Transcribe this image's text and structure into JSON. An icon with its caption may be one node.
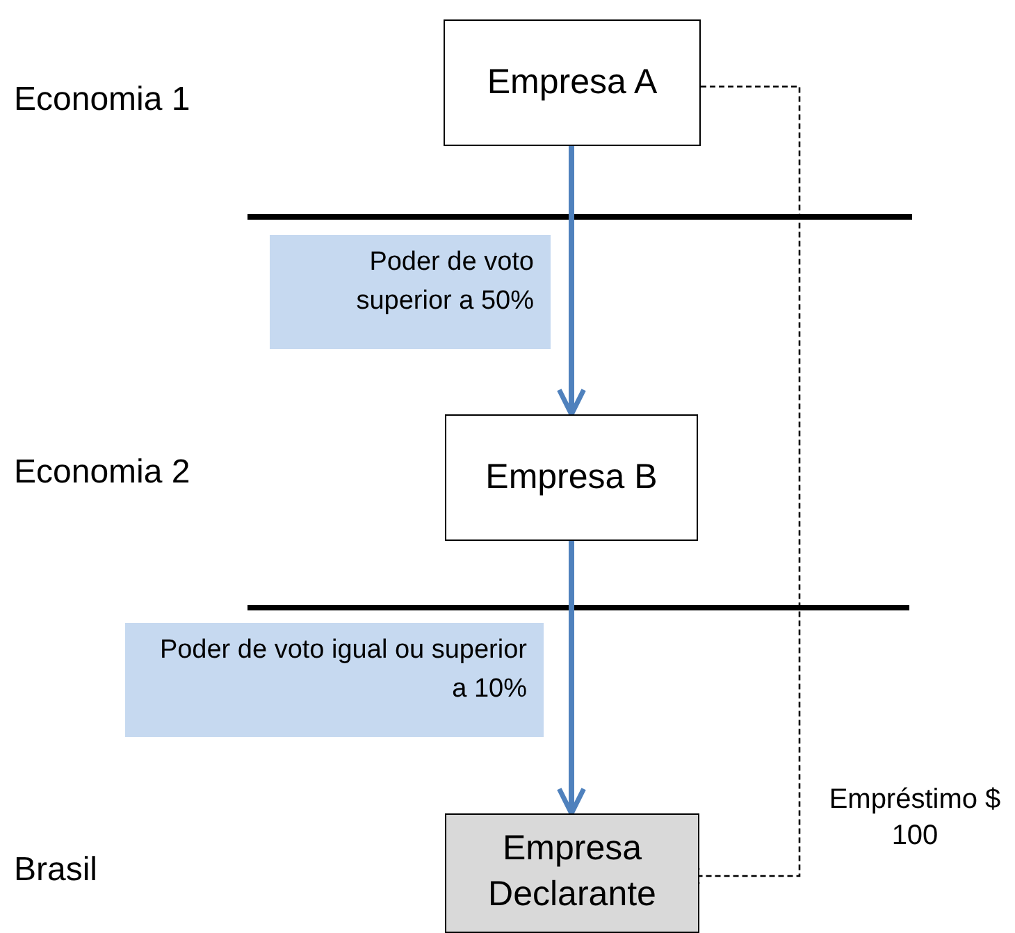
{
  "diagram": {
    "nodes": [
      {
        "text": [
          "Empresa A"
        ]
      },
      {
        "text": [
          "Empresa B"
        ]
      },
      {
        "text": [
          "Empresa Declarante"
        ]
      }
    ],
    "edges": [
      {
        "from": 0,
        "to": 1,
        "arrow": "to",
        "label": "Poder de voto superior a 50%"
      },
      {
        "from": 1,
        "to": 2,
        "arrow": "to",
        "label": "Poder de voto igual ou superior a 10%"
      },
      {
        "from": 0,
        "to": 2,
        "arrow": "to",
        "label": "Empréstimo $ 100",
        "style": "dashed",
        "color": "#000000"
      }
    ],
    "labels": [
      "Economia 1",
      "Economia 2",
      "Brasil"
    ]
  }
}
